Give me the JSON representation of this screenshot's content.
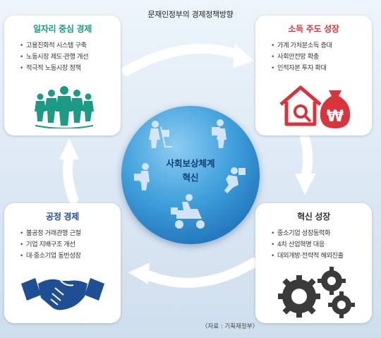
{
  "title": "문재인정부의 경제정책방향",
  "center": {
    "line1": "사회보상체계",
    "line2": "혁신"
  },
  "cards": {
    "jobs": {
      "heading": "일자리 중심 경제",
      "items": [
        "고용친화적 시스템 구축",
        "노동시장 제도·관행 개선",
        "적극적 노동시장 정책"
      ]
    },
    "income": {
      "heading": "소득 주도 성장",
      "items": [
        "가계 가처분소득 증대",
        "사회안전망 확충",
        "인적자본 투자 확대"
      ]
    },
    "innovation": {
      "heading": "혁신 성장",
      "items": [
        "중소기업 성장동력화",
        "4차 산업혁명 대응",
        "대외개방·전략적 해외진출"
      ]
    },
    "fair": {
      "heading": "공정 경제",
      "items": [
        "불공정 거래관행 근절",
        "기업 지배구조 개선",
        "대·중소기업 동반성장"
      ]
    }
  },
  "source": "〈자료 : 기획재정부〉",
  "icons": {
    "jobs": "people-group-icon",
    "income": "house-and-money-bag-icon",
    "innovation": "gears-icon",
    "fair": "handshake-icon",
    "center": "delivery-workers-icon",
    "currency_symbol": "₩"
  },
  "colors": {
    "jobs": "#1b9a85",
    "income": "#d9343c",
    "innovation": "#333333",
    "fair": "#1e4f95",
    "sphere": "#3f9fdb"
  }
}
